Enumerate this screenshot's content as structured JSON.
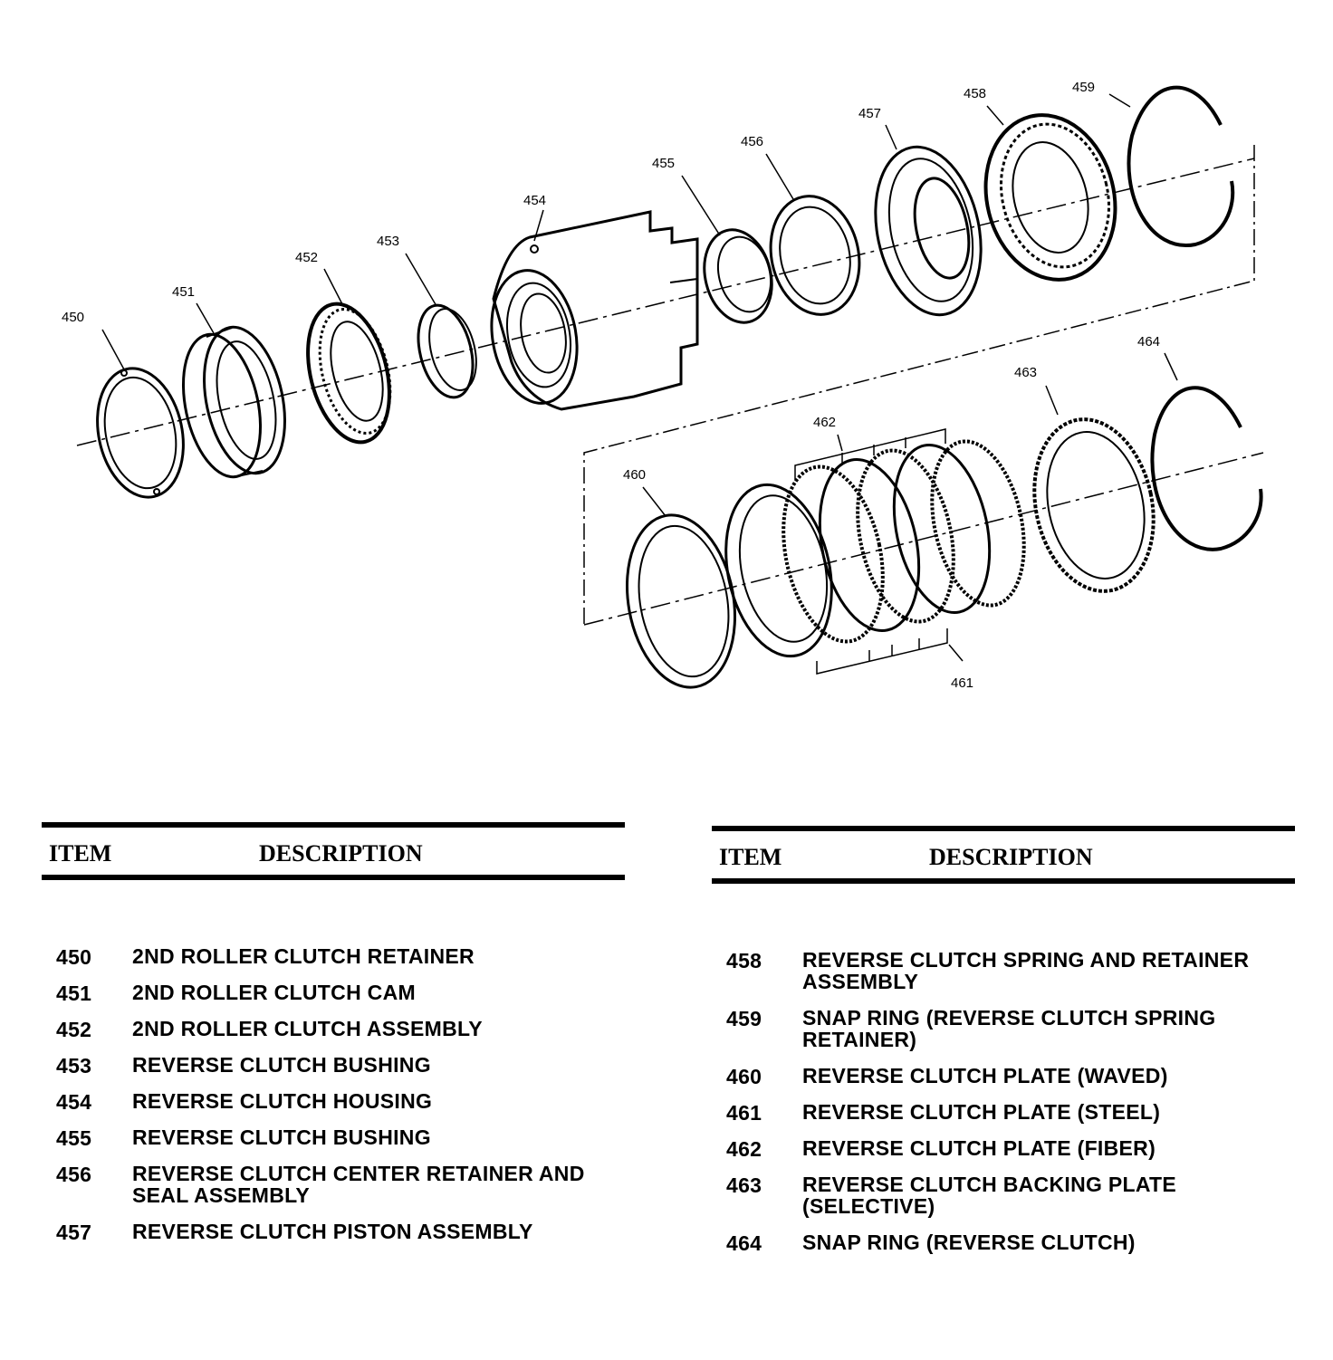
{
  "diagram": {
    "callouts": {
      "c450": "450",
      "c451": "451",
      "c452": "452",
      "c453": "453",
      "c454": "454",
      "c455": "455",
      "c456": "456",
      "c457": "457",
      "c458": "458",
      "c459": "459",
      "c460": "460",
      "c461": "461",
      "c462": "462",
      "c463": "463",
      "c464": "464"
    }
  },
  "tables": {
    "header_item": "ITEM",
    "header_description": "DESCRIPTION",
    "left": [
      {
        "item": "450",
        "desc": "2ND ROLLER CLUTCH RETAINER"
      },
      {
        "item": "451",
        "desc": "2ND ROLLER CLUTCH CAM"
      },
      {
        "item": "452",
        "desc": "2ND ROLLER CLUTCH ASSEMBLY"
      },
      {
        "item": "453",
        "desc": "REVERSE CLUTCH BUSHING"
      },
      {
        "item": "454",
        "desc": "REVERSE CLUTCH HOUSING"
      },
      {
        "item": "455",
        "desc": "REVERSE CLUTCH BUSHING"
      },
      {
        "item": "456",
        "desc": "REVERSE CLUTCH CENTER RETAINER AND SEAL ASSEMBLY"
      },
      {
        "item": "457",
        "desc": "REVERSE CLUTCH PISTON ASSEMBLY"
      }
    ],
    "right": [
      {
        "item": "458",
        "desc": "REVERSE CLUTCH SPRING AND RETAINER ASSEMBLY"
      },
      {
        "item": "459",
        "desc": "SNAP RING (REVERSE CLUTCH SPRING RETAINER)"
      },
      {
        "item": "460",
        "desc": "REVERSE CLUTCH PLATE (WAVED)"
      },
      {
        "item": "461",
        "desc": "REVERSE CLUTCH PLATE (STEEL)"
      },
      {
        "item": "462",
        "desc": "REVERSE CLUTCH PLATE (FIBER)"
      },
      {
        "item": "463",
        "desc": "REVERSE CLUTCH BACKING PLATE (SELECTIVE)"
      },
      {
        "item": "464",
        "desc": "SNAP RING (REVERSE CLUTCH)"
      }
    ]
  }
}
